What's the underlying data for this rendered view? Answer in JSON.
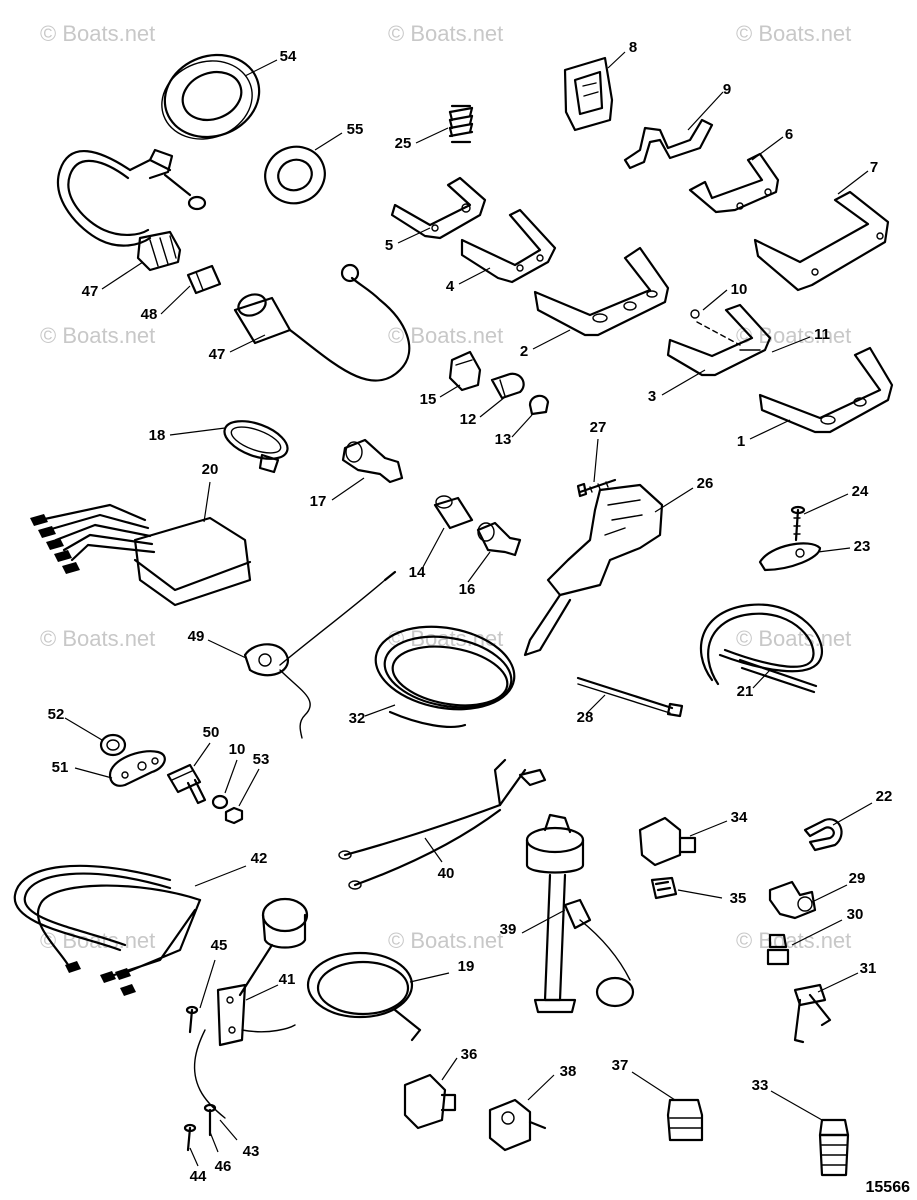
{
  "watermarks": [
    "© Boats.net",
    "© Boats.net",
    "© Boats.net",
    "© Boats.net",
    "© Boats.net",
    "© Boats.net",
    "© Boats.net",
    "© Boats.net",
    "© Boats.net",
    "© Boats.net",
    "© Boats.net",
    "© Boats.net"
  ],
  "diagram_ref": "15566",
  "callouts": {
    "c54": "54",
    "c55": "55",
    "c25": "25",
    "c8": "8",
    "c9": "9",
    "c6": "6",
    "c7": "7",
    "c5": "5",
    "c4": "4",
    "c2": "2",
    "c10a": "10",
    "c11": "11",
    "c3": "3",
    "c1": "1",
    "c47a": "47",
    "c48": "48",
    "c47b": "47",
    "c15": "15",
    "c12": "12",
    "c13": "13",
    "c18": "18",
    "c27": "27",
    "c17": "17",
    "c20": "20",
    "c26": "26",
    "c24": "24",
    "c23": "23",
    "c14": "14",
    "c16": "16",
    "c49": "49",
    "c21": "21",
    "c32": "32",
    "c28": "28",
    "c52": "52",
    "c50": "50",
    "c10b": "10",
    "c53": "53",
    "c51": "51",
    "c34": "34",
    "c22": "22",
    "c42": "42",
    "c40": "40",
    "c35": "35",
    "c29": "29",
    "c30": "30",
    "c39": "39",
    "c19": "19",
    "c45": "45",
    "c41": "41",
    "c31": "31",
    "c36": "36",
    "c38": "38",
    "c37": "37",
    "c33": "33",
    "c43": "43",
    "c44": "44",
    "c46": "46"
  }
}
